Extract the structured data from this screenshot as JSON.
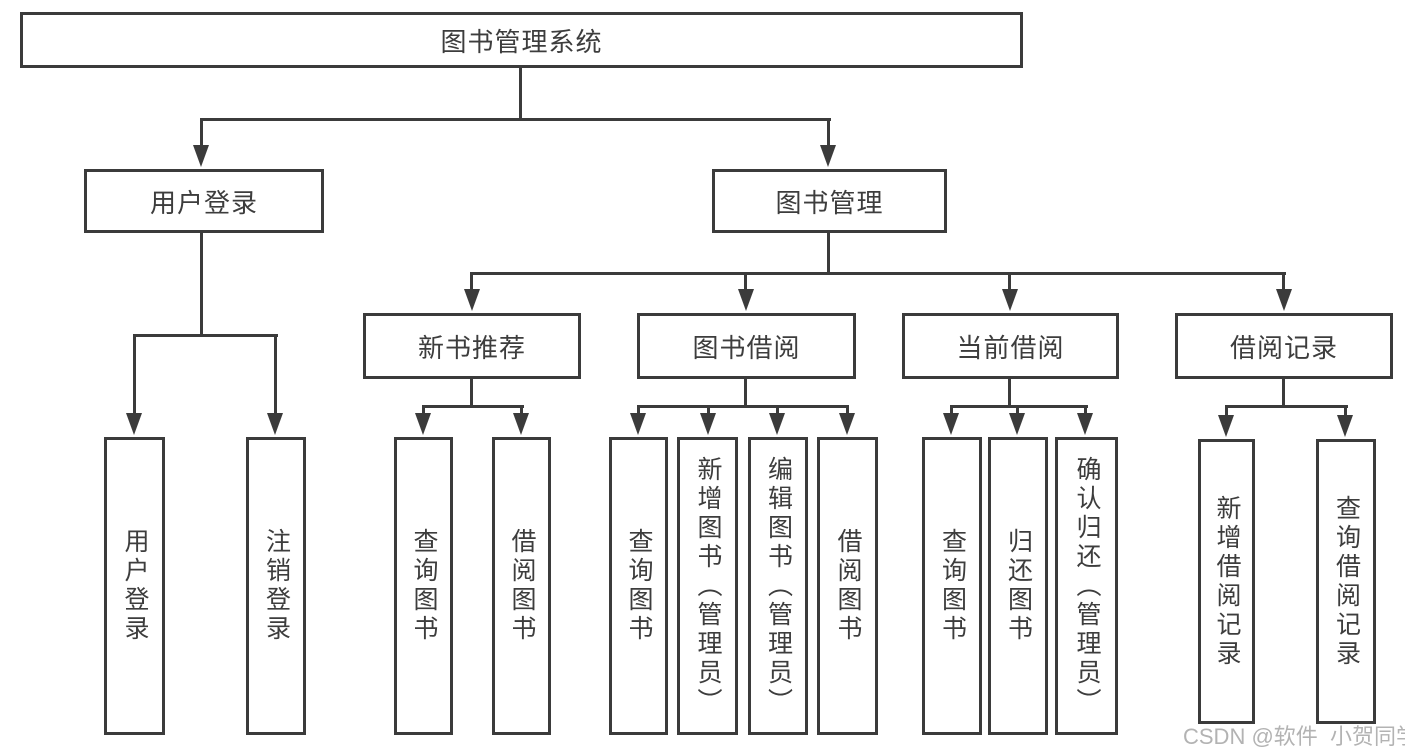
{
  "colors": {
    "line": "#3b3b3b",
    "text": "#3d3d3d",
    "watermark_text": "#b3b3b3"
  },
  "watermark": {
    "text": "CSDN @软件_小贺同学"
  },
  "tree": {
    "type": "hierarchy-diagram",
    "root": {
      "label": "图书管理系统",
      "children": [
        {
          "label": "用户登录",
          "children": [
            {
              "label": "用户登录"
            },
            {
              "label": "注销登录"
            }
          ]
        },
        {
          "label": "图书管理",
          "children": [
            {
              "label": "新书推荐",
              "children": [
                {
                  "label": "查询图书"
                },
                {
                  "label": "借阅图书"
                }
              ]
            },
            {
              "label": "图书借阅",
              "children": [
                {
                  "label": "查询图书"
                },
                {
                  "label": "新增图书（管理员）"
                },
                {
                  "label": "编辑图书（管理员）"
                },
                {
                  "label": "借阅图书"
                }
              ]
            },
            {
              "label": "当前借阅",
              "children": [
                {
                  "label": "查询图书"
                },
                {
                  "label": "归还图书"
                },
                {
                  "label": "确认归还（管理员）"
                }
              ]
            },
            {
              "label": "借阅记录",
              "children": [
                {
                  "label": "新增借阅记录"
                },
                {
                  "label": "查询借阅记录"
                }
              ]
            }
          ]
        }
      ]
    }
  }
}
